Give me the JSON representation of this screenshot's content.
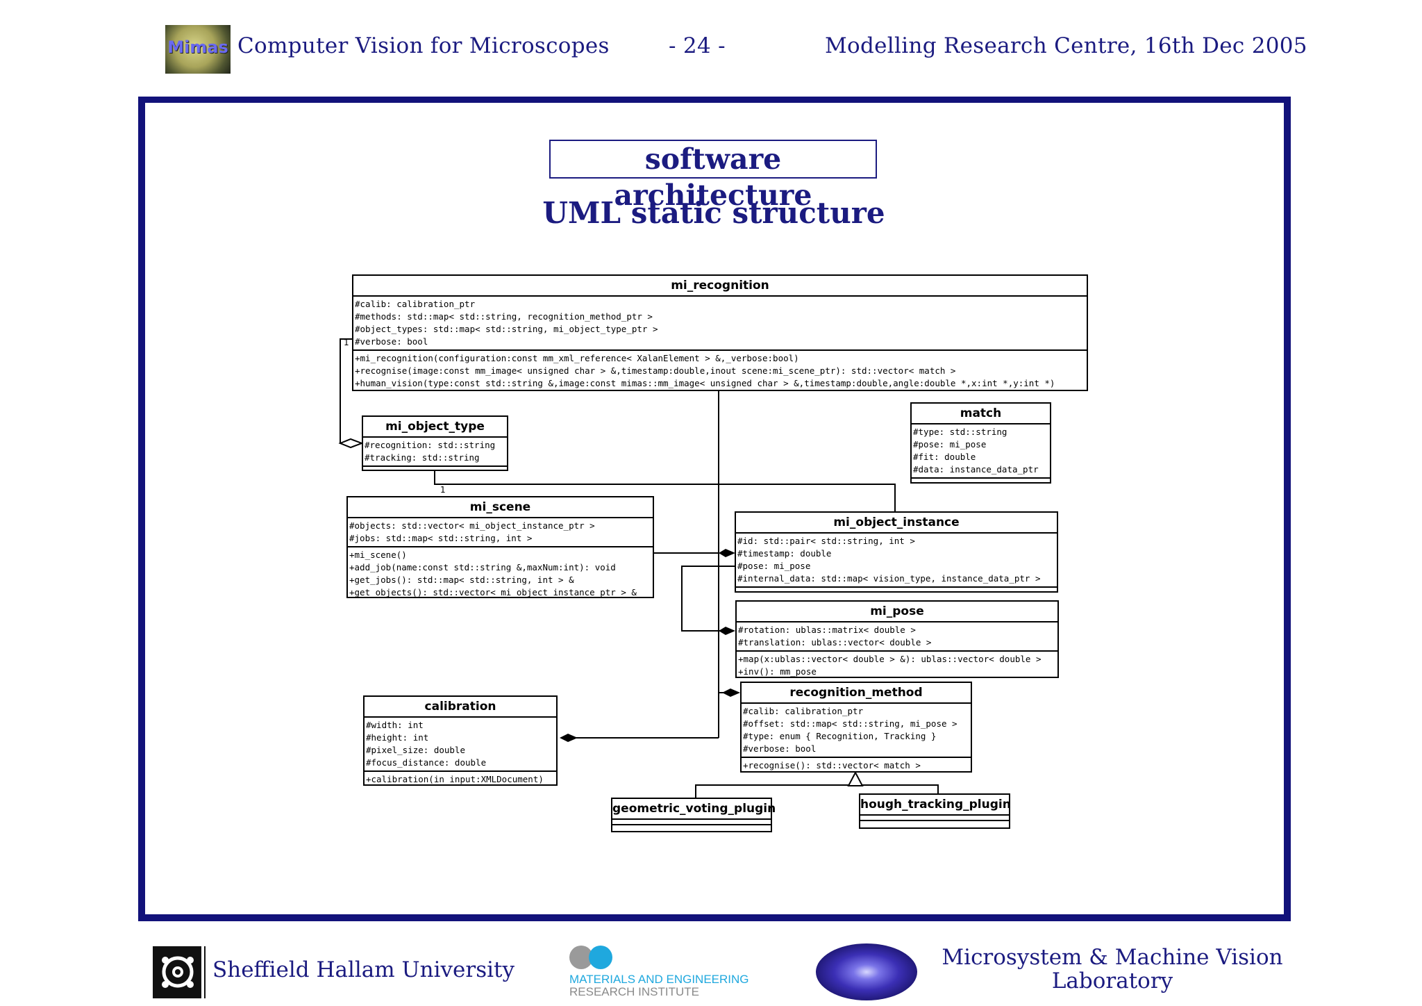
{
  "header": {
    "logo_text": "Mimas",
    "left_title": "Computer Vision for Microscopes",
    "page_number": "- 24 -",
    "right_title": "Modelling Research Centre, 16th Dec 2005"
  },
  "slide": {
    "title": "software architecture",
    "subtitle": "UML static structure"
  },
  "uml": {
    "mi_recognition": {
      "name": "mi_recognition",
      "attributes": [
        "#calib: calibration_ptr",
        "#methods: std::map< std::string, recognition_method_ptr >",
        "#object_types: std::map< std::string, mi_object_type_ptr >",
        "#verbose: bool"
      ],
      "operations": [
        "+mi_recognition(configuration:const mm_xml_reference< XalanElement > &,_verbose:bool)",
        "+recognise(image:const mm_image< unsigned char > &,timestamp:double,inout scene:mi_scene_ptr): std::vector< match >",
        "+human_vision(type:const std::string &,image:const mimas::mm_image< unsigned char > &,timestamp:double,angle:double *,x:int *,y:int *)"
      ]
    },
    "mi_object_type": {
      "name": "mi_object_type",
      "attributes": [
        "#recognition: std::string",
        "#tracking: std::string"
      ]
    },
    "match": {
      "name": "match",
      "attributes": [
        "#type: std::string",
        "#pose: mi_pose",
        "#fit: double",
        "#data: instance_data_ptr"
      ]
    },
    "mi_scene": {
      "name": "mi_scene",
      "attributes": [
        "#objects: std::vector< mi_object_instance_ptr >",
        "#jobs: std::map< std::string, int >"
      ],
      "operations": [
        "+mi_scene()",
        "+add_job(name:const std::string &,maxNum:int): void",
        "+get_jobs(): std::map< std::string, int > &",
        "+get_objects(): std::vector< mi_object_instance_ptr > &"
      ]
    },
    "mi_object_instance": {
      "name": "mi_object_instance",
      "attributes": [
        "#id: std::pair< std::string, int >",
        "#timestamp: double",
        "#pose: mi_pose",
        "#internal_data: std::map< vision_type, instance_data_ptr >"
      ]
    },
    "mi_pose": {
      "name": "mi_pose",
      "attributes": [
        "#rotation: ublas::matrix< double >",
        "#translation: ublas::vector< double >"
      ],
      "operations": [
        "+map(x:ublas::vector< double > &): ublas::vector< double >",
        "+inv(): mm_pose"
      ]
    },
    "recognition_method": {
      "name": "recognition_method",
      "attributes": [
        "#calib: calibration_ptr",
        "#offset: std::map< std::string, mi_pose >",
        "#type: enum { Recognition, Tracking }",
        "#verbose: bool"
      ],
      "operations": [
        "+recognise(): std::vector< match >"
      ]
    },
    "calibration": {
      "name": "calibration",
      "attributes": [
        "#width: int",
        "#height: int",
        "#pixel_size: double",
        "#focus_distance: double"
      ],
      "operations": [
        "+calibration(in input:XMLDocument)"
      ]
    },
    "geometric_voting_plugin": {
      "name": "geometric_voting_plugin"
    },
    "hough_tracking_plugin": {
      "name": "hough_tracking_plugin"
    },
    "multiplicity_one": "1",
    "multiplicity_many": "*"
  },
  "footer": {
    "university": "Sheffield Hallam University",
    "meri_line1": "MATERIALS AND ENGINEERING",
    "meri_line2": "RESEARCH INSTITUTE",
    "lab_line1": "Microsystem & Machine Vision",
    "lab_line2": "Laboratory"
  }
}
